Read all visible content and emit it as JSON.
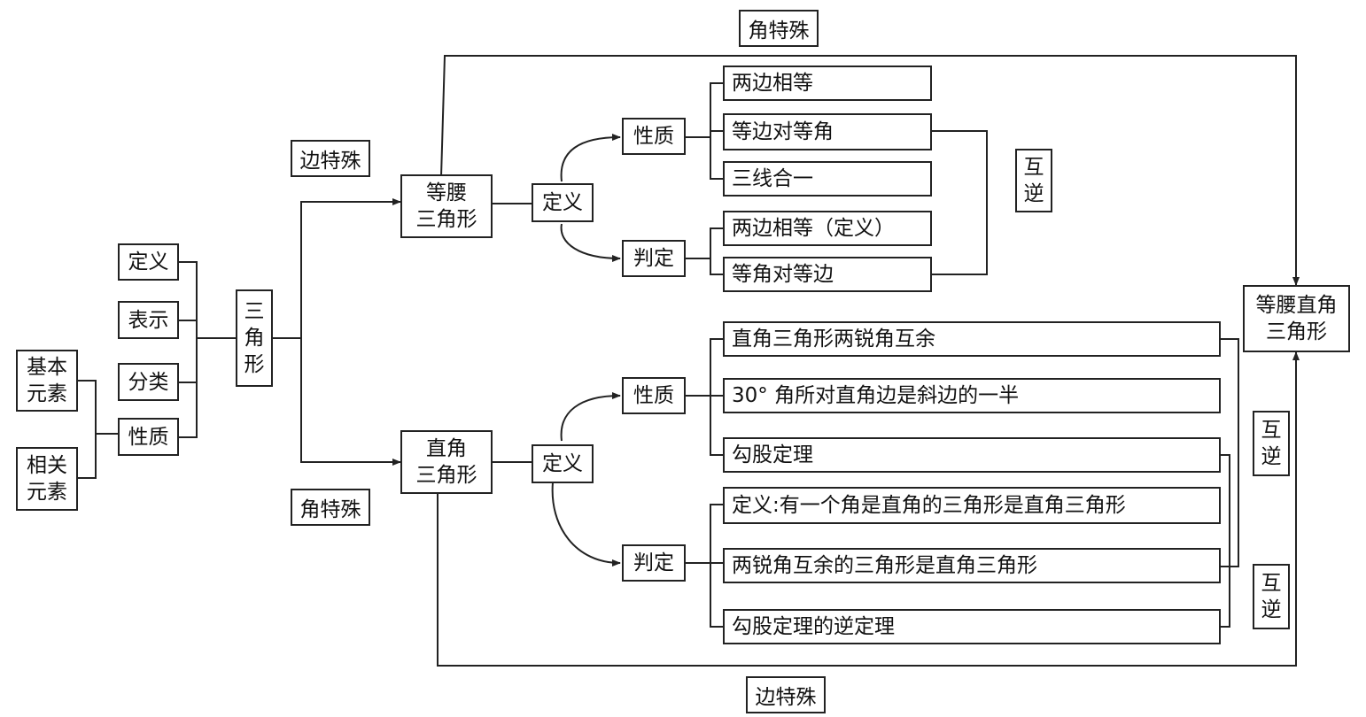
{
  "diagram": {
    "root": "三角形",
    "basic_elements": [
      "基本",
      "元素"
    ],
    "related_elements": [
      "相关",
      "元素"
    ],
    "aspects": [
      "定义",
      "表示",
      "分类",
      "性质"
    ],
    "isosceles": {
      "line1": "等腰",
      "line2": "三角形",
      "definition": "定义",
      "property": "性质",
      "judgement": "判定",
      "properties": [
        "两边相等",
        "等边对等角",
        "三线合一"
      ],
      "judgements": [
        "两边相等（定义）",
        "等角对等边"
      ]
    },
    "right": {
      "line1": "直角",
      "line2": "三角形",
      "definition": "定义",
      "property": "性质",
      "judgement": "判定",
      "properties": [
        "直角三角形两锐角互余",
        "30° 角所对直角边是斜边的一半",
        "勾股定理"
      ],
      "judgements": [
        "定义:有一个角是直角的三角形是直角三角形",
        "两锐角互余的三角形是直角三角形",
        "勾股定理的逆定理"
      ]
    },
    "isosceles_right": [
      "等腰直角",
      "三角形"
    ],
    "labels": {
      "side_special": "边特殊",
      "angle_special": "角特殊",
      "mutual_inverse": "互逆"
    }
  }
}
